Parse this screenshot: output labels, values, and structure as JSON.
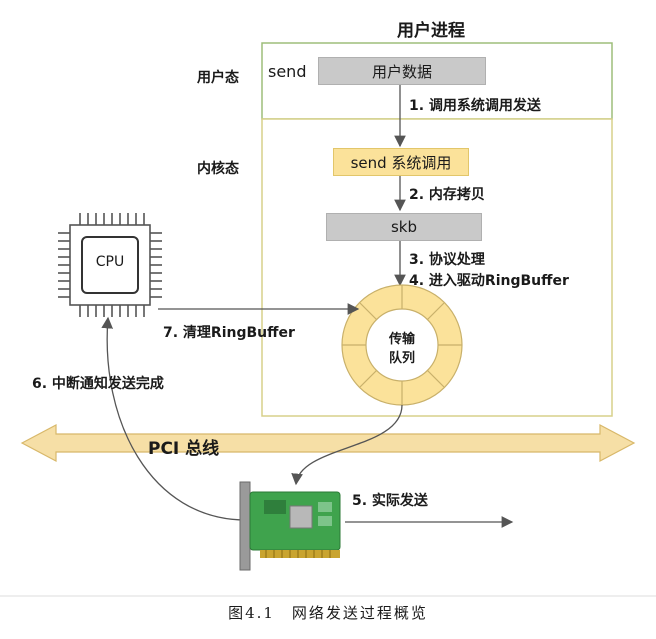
{
  "user_process": {
    "title": "用户进程",
    "user_mode_label": "用户态",
    "send_label": "send",
    "user_data_label": "用户数据"
  },
  "kernel": {
    "kernel_mode_label": "内核态",
    "syscall_label": "send 系统调用",
    "skb_label": "skb"
  },
  "steps": {
    "s1": "1. 调用系统调用发送",
    "s2": "2. 内存拷贝",
    "s3": "3. 协议处理",
    "s4": "4. 进入驱动RingBuffer",
    "s5": "5. 实际发送",
    "s6": "6. 中断通知发送完成",
    "s7": "7. 清理RingBuffer"
  },
  "cpu": {
    "label": "CPU"
  },
  "queue": {
    "line1": "传输",
    "line2": "队列"
  },
  "bus": {
    "label": "PCI 总线"
  },
  "caption": {
    "text": "图4.1　网络发送过程概览"
  },
  "colors": {
    "panel_border": "#9dbd7a",
    "user_data_fill": "#c9c9c9",
    "syscall_fill": "#fbe29a",
    "queue_fill": "#fbe29a",
    "bus_fill": "#f6dfa6",
    "nic_green": "#3fa34d"
  },
  "icons": [
    "cpu-chip-icon",
    "network-card-icon",
    "ring-buffer-icon",
    "bus-arrow-icon"
  ]
}
